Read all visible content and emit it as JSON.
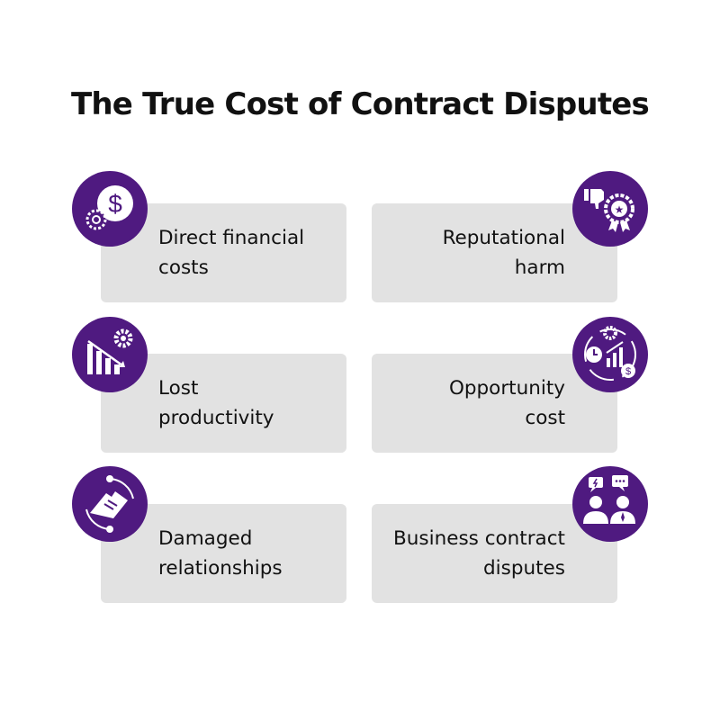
{
  "title": "The True Cost of Contract Disputes",
  "colors": {
    "badge": "#4f1a80",
    "card": "#e2e2e2",
    "text": "#111111"
  },
  "items": [
    {
      "label": "Direct financial\ncosts",
      "icon": "dollar-gear-icon"
    },
    {
      "label": "Reputational\nharm",
      "icon": "thumbs-down-award-icon"
    },
    {
      "label": "Lost\nproductivity",
      "icon": "declining-chart-gear-icon"
    },
    {
      "label": "Opportunity\ncost",
      "icon": "cycle-growth-icon"
    },
    {
      "label": "Damaged\nrelationships",
      "icon": "handshake-icon"
    },
    {
      "label": "Business contract\ndisputes",
      "icon": "people-conflict-icon"
    }
  ]
}
